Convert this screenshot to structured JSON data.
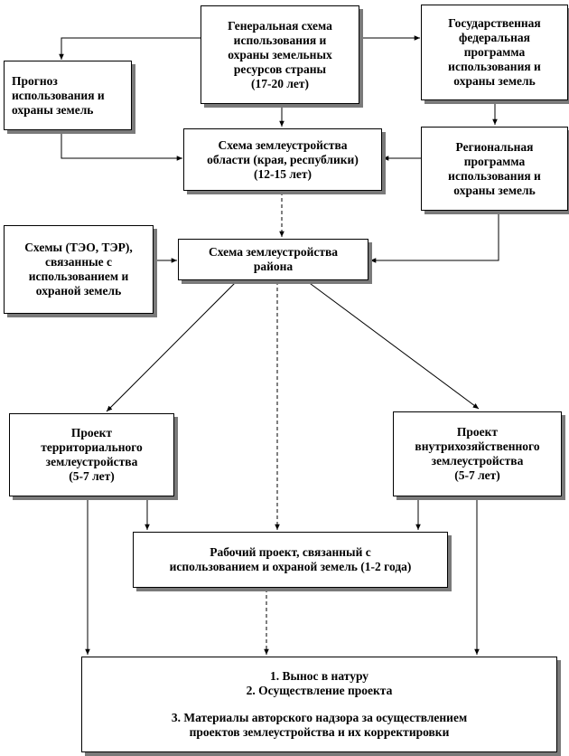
{
  "boxes": {
    "general_scheme": [
      "Генеральная  схема",
      "использования  и",
      "охраны  земельных",
      "ресурсов страны",
      "(17-20 лет)"
    ],
    "federal_program": [
      "Государственная",
      "федеральная",
      "программа",
      "использования  и",
      "охраны  земель"
    ],
    "forecast": [
      "Прогноз",
      "использования  и",
      "охраны  земель"
    ],
    "region_scheme": [
      "Схема землеустройства",
      "области (края, республики)",
      "(12-15 лет)"
    ],
    "regional_program": [
      "Региональная",
      "программа",
      "использования  и",
      "охраны  земель"
    ],
    "tech_schemes": [
      "Схемы (ТЭО, ТЭР),",
      "связанные  с",
      "использованием  и",
      "охраной  земель"
    ],
    "district_scheme": [
      "Схема землеустройства",
      "района"
    ],
    "territorial_project": [
      "Проект",
      "территориального",
      "землеустройства",
      "(5-7 лет)"
    ],
    "onfarm_project": [
      "Проект",
      "внутрихозяйственного",
      "землеустройства",
      "(5-7 лет)"
    ],
    "working_project": [
      "Рабочий  проект,  связанный  с",
      "использованием  и  охраной  земель (1-2 года)"
    ],
    "implementation": [
      "1. Вынос  в натуру",
      "2. Осуществление  проекта",
      "",
      "3. Материалы  авторского надзора за осуществлением",
      "проектов  землеустройства и их корректировки"
    ]
  }
}
